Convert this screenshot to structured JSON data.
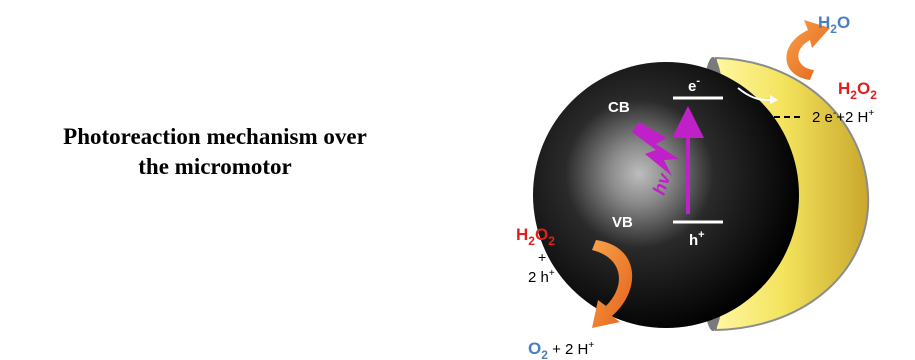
{
  "title": {
    "line1": "Photoreaction mechanism over",
    "line2": "the micromotor"
  },
  "diagram": {
    "band_labels": {
      "cb": "CB",
      "vb": "VB"
    },
    "carrier_labels": {
      "electron": "e",
      "electron_sup": "-",
      "hole": "h",
      "hole_sup": "+"
    },
    "photon_label": "hv",
    "top_reaction": {
      "product": {
        "base": "H",
        "sub": "2",
        "tail": "O"
      },
      "reactant": {
        "base": "H",
        "sub1": "2",
        "mid": "O",
        "sub2": "2"
      },
      "electrons": {
        "a": "2 e",
        "a_sup": "-",
        "b": "+2 H",
        "b_sup": "+"
      }
    },
    "bottom_reaction": {
      "reactant": {
        "base": "H",
        "sub1": "2",
        "mid": "O",
        "sub2": "2"
      },
      "plus": "+",
      "holes": {
        "a": "2 h",
        "a_sup": "+"
      },
      "product": {
        "base": "O",
        "sub": "2",
        "tail": " + 2 H",
        "tail_sup": "+"
      }
    },
    "colors": {
      "h2o2": "#e0201f",
      "h2o": "#4a7fc4",
      "o2": "#4a7fc4",
      "gold": "#f2e25a",
      "photon": "#c020c8",
      "arrow_orange": "#ef7a1f"
    }
  }
}
